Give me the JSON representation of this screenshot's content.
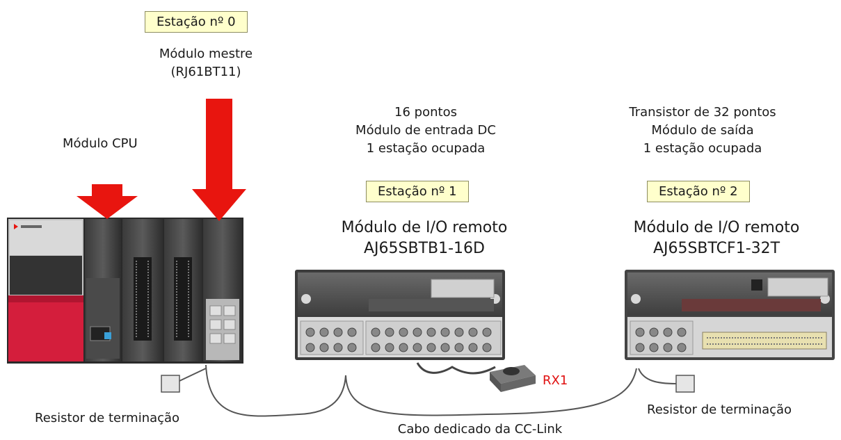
{
  "station0": {
    "box": "Estação nº 0",
    "line1": "Módulo mestre",
    "line2": "(RJ61BT11)"
  },
  "cpu": {
    "label": "Módulo CPU"
  },
  "station1": {
    "desc": [
      "16 pontos",
      "Módulo de entrada DC",
      "1 estação ocupada"
    ],
    "box": "Estação nº 1",
    "name": "Módulo de I/O remoto",
    "model": "AJ65SBTB1-16D"
  },
  "station2": {
    "desc": [
      "Transistor de 32 pontos",
      "Módulo de saída",
      "1 estação ocupada"
    ],
    "box": "Estação nº 2",
    "name": "Módulo de I/O remoto",
    "model": "AJ65SBTCF1-32T"
  },
  "sensor_label": "RX1",
  "resistor_left": "Resistor de terminação",
  "resistor_right": "Resistor de terminação",
  "cable_label": "Cabo dedicado da CC-Link",
  "colors": {
    "arrow": "#e8150f",
    "box_fill": "#ffffcc",
    "plc_red": "#d41e3c",
    "sensor_label": "#e01010"
  }
}
